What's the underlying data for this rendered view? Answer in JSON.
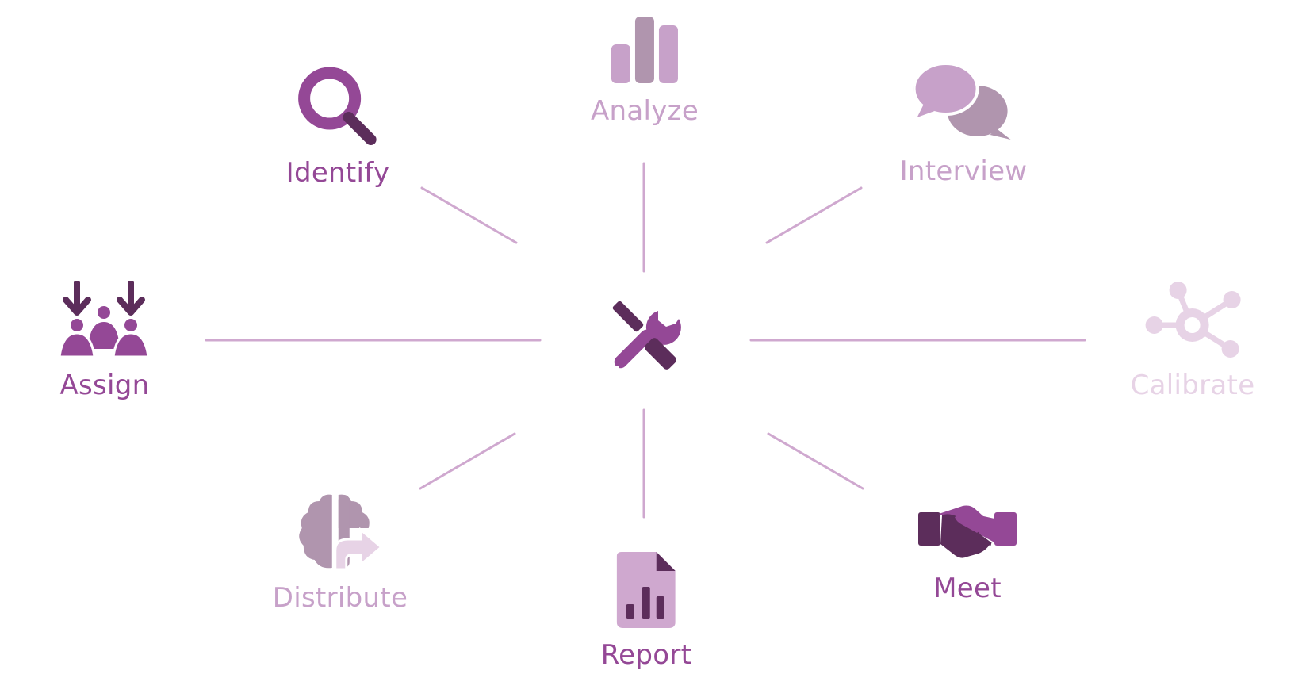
{
  "colors": {
    "dark": "#5c2d5b",
    "primary": "#944896",
    "medium": "#c7a1c9",
    "muted": "#b095ae",
    "light": "#e7d3e6",
    "connector": "#cfa8cf"
  },
  "center": {
    "icon": "tools-icon"
  },
  "nodes": {
    "identify": {
      "label": "Identify",
      "icon": "magnifier-icon",
      "label_color": "#944896"
    },
    "analyze": {
      "label": "Analyze",
      "icon": "bar-chart-icon",
      "label_color": "#c7a1c9"
    },
    "interview": {
      "label": "Interview",
      "icon": "chat-bubbles-icon",
      "label_color": "#c7a1c9"
    },
    "assign": {
      "label": "Assign",
      "icon": "people-assign-icon",
      "label_color": "#944896"
    },
    "calibrate": {
      "label": "Calibrate",
      "icon": "network-hub-icon",
      "label_color": "#e7d3e6"
    },
    "distribute": {
      "label": "Distribute",
      "icon": "brain-share-icon",
      "label_color": "#c7a1c9"
    },
    "report": {
      "label": "Report",
      "icon": "report-doc-icon",
      "label_color": "#944896"
    },
    "meet": {
      "label": "Meet",
      "icon": "handshake-icon",
      "label_color": "#944896"
    }
  }
}
